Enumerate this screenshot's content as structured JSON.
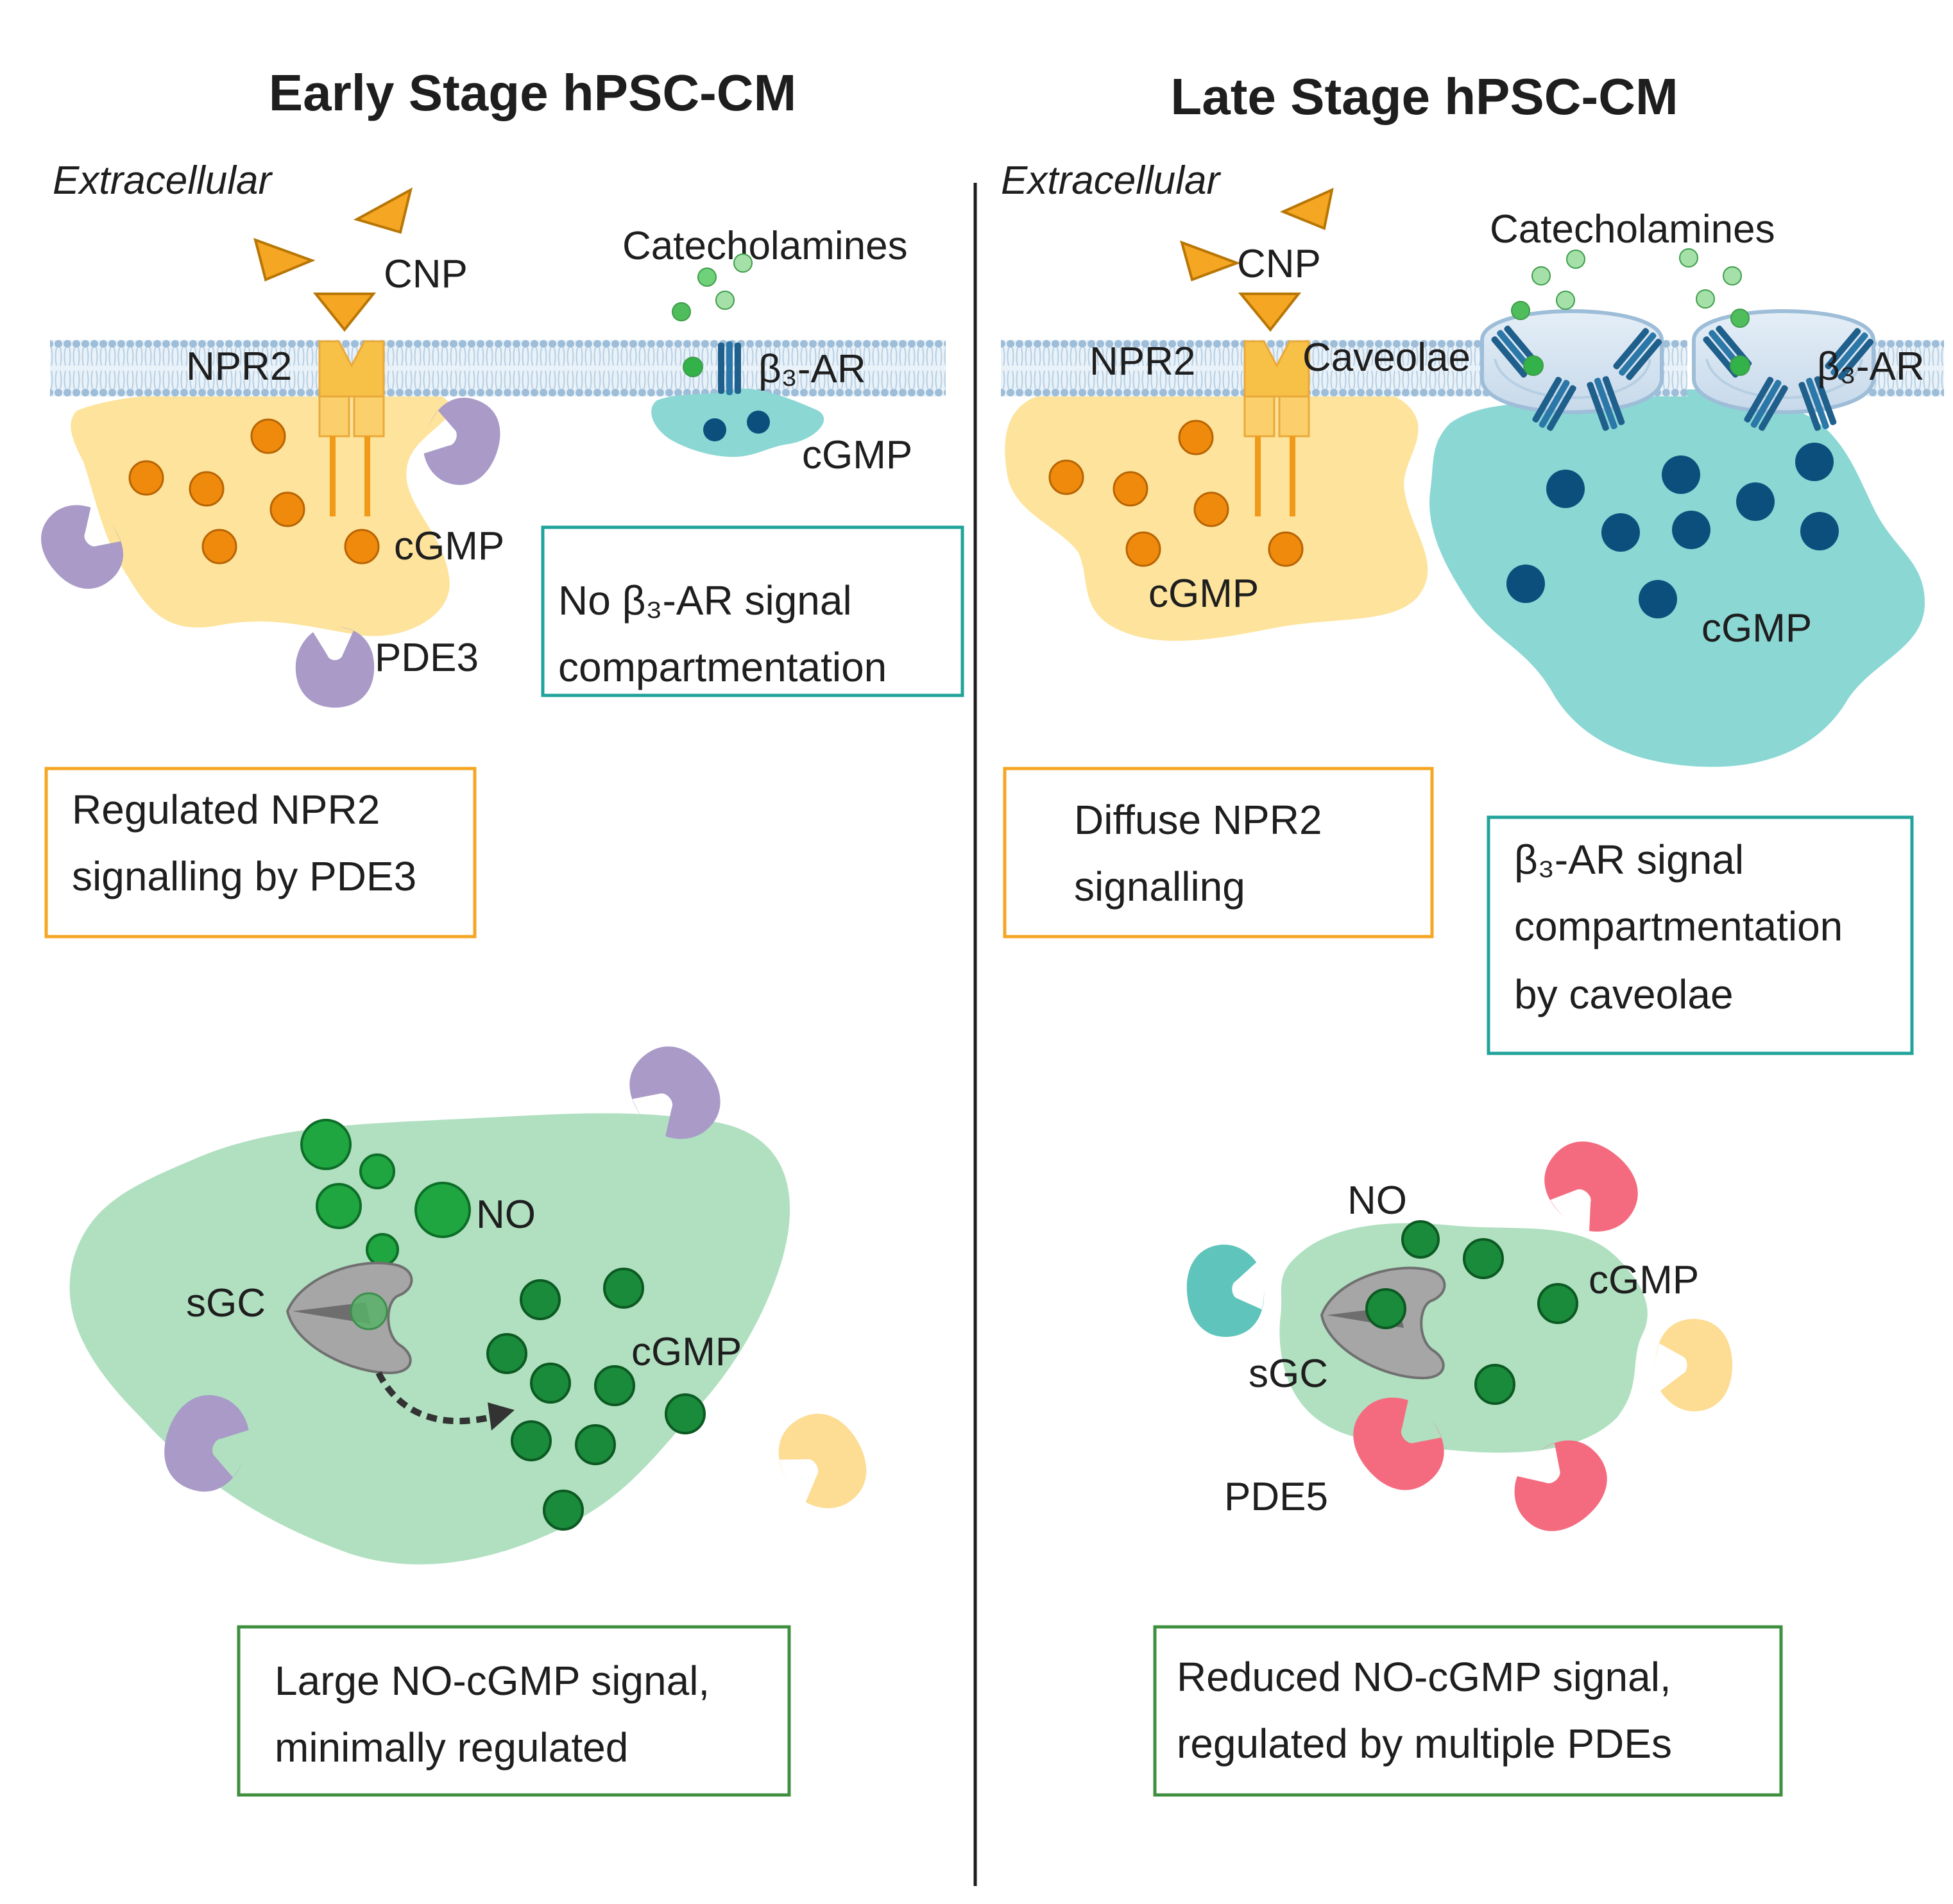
{
  "early": {
    "title": "Early Stage hPSC-CM",
    "extracellular": "Extracellular",
    "cnp": "CNP",
    "catecholamines": "Catecholamines",
    "npr2": "NPR2",
    "b3ar": "β₃-AR",
    "cgmp_npr2": "cGMP",
    "cgmp_b3": "cGMP",
    "pde3": "PDE3",
    "no": "NO",
    "sgc": "sGC",
    "cgmp_no": "cGMP",
    "box_b3": [
      "No β₃-AR signal",
      "compartmentation"
    ],
    "box_npr2": [
      "Regulated NPR2",
      "signalling by PDE3"
    ],
    "box_no": [
      "Large NO-cGMP signal,",
      "minimally regulated"
    ]
  },
  "late": {
    "title": "Late Stage hPSC-CM",
    "extracellular": "Extracellular",
    "cnp": "CNP",
    "catecholamines": "Catecholamines",
    "npr2": "NPR2",
    "caveolae": "Caveolae",
    "b3ar": "β₃-AR",
    "cgmp_npr2": "cGMP",
    "cgmp_b3": "cGMP",
    "no": "NO",
    "cgmp_no": "cGMP",
    "sgc": "sGC",
    "pde5": "PDE5",
    "box_npr2": [
      "Diffuse NPR2",
      "signalling"
    ],
    "box_b3": [
      "β₃-AR signal",
      "compartmentation",
      "by caveolae"
    ],
    "box_no": [
      "Reduced NO-cGMP signal,",
      "regulated by multiple PDEs"
    ]
  },
  "colors": {
    "npr2_pool": "#fde39b",
    "npr2_receptor": "#f7c046",
    "cnp": "#f5a623",
    "orange_cgmp": "#ef8a0c",
    "b3_pool": "#8ad7d4",
    "b3_receptor": "#1f5f8b",
    "blue_cgmp": "#0d4f7c",
    "catecholamine": "#6fd17a",
    "no_pool": "#b0e0c0",
    "green_cgmp": "#1a8a3b",
    "pde3": "#a99ac8",
    "pde5": "#f46b80",
    "pde_teal": "#5fc4bb",
    "pde_yellow": "#fddc94",
    "sgc": "#9b9b9b",
    "membrane": "#b9d2e6",
    "box_orange": "#f5a623",
    "box_teal": "#1fa39a",
    "box_green": "#3f8f3f",
    "divider": "#1e1e1e"
  }
}
